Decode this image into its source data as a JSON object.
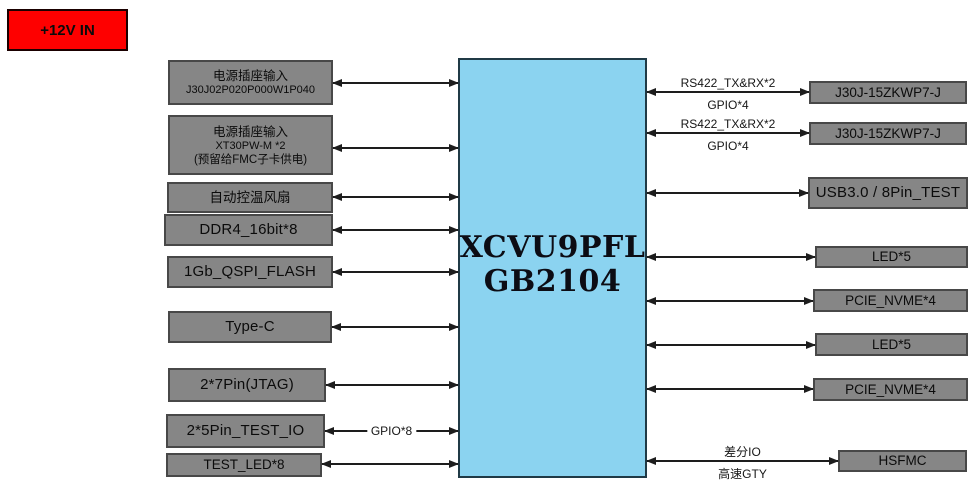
{
  "power_input": {
    "label": "+12V IN"
  },
  "chip": {
    "name_line1": "XCVU9PFL",
    "name_line2": "GB2104"
  },
  "nodes": {
    "left": [
      {
        "id": "power-socket-j30j",
        "lines": [
          "电源插座输入",
          "J30J02P020P000W1P040"
        ]
      },
      {
        "id": "power-socket-xt30",
        "lines": [
          "电源插座输入",
          "XT30PW-M *2",
          "(预留给FMC子卡供电)"
        ]
      },
      {
        "id": "auto-fan",
        "lines": [
          "自动控温风扇"
        ]
      },
      {
        "id": "ddr4",
        "lines": [
          "DDR4_16bit*8"
        ]
      },
      {
        "id": "qspi-flash",
        "lines": [
          "1Gb_QSPI_FLASH"
        ]
      },
      {
        "id": "type-c",
        "lines": [
          "Type-C"
        ]
      },
      {
        "id": "jtag",
        "lines": [
          "2*7Pin(JTAG)"
        ]
      },
      {
        "id": "test-io",
        "lines": [
          "2*5Pin_TEST_IO"
        ]
      },
      {
        "id": "test-led",
        "lines": [
          "TEST_LED*8"
        ]
      }
    ],
    "right": [
      {
        "id": "j30j-connector-1",
        "label": "J30J-15ZKWP7-J"
      },
      {
        "id": "j30j-connector-2",
        "label": "J30J-15ZKWP7-J"
      },
      {
        "id": "usb-test",
        "label": "USB3.0 / 8Pin_TEST"
      },
      {
        "id": "led5-1",
        "label": "LED*5"
      },
      {
        "id": "pcie-nvme-1",
        "label": "PCIE_NVME*4"
      },
      {
        "id": "led5-2",
        "label": "LED*5"
      },
      {
        "id": "pcie-nvme-2",
        "label": "PCIE_NVME*4"
      },
      {
        "id": "hsfmc",
        "label": "HSFMC"
      }
    ]
  },
  "edge_labels": {
    "rs422_1": {
      "line1": "RS422_TX&RX*2",
      "line2": "GPIO*4"
    },
    "rs422_2": {
      "line1": "RS422_TX&RX*2",
      "line2": "GPIO*4"
    },
    "gpio8": "GPIO*8",
    "hsfmc_link": {
      "line1": "差分IO",
      "line2": "高速GTY"
    }
  },
  "colors": {
    "chip_fill": "#8bd3f0",
    "node_fill": "#868686",
    "power_fill": "#fe0000",
    "arrow": "#1d1d1d",
    "background": "#ffffff"
  }
}
